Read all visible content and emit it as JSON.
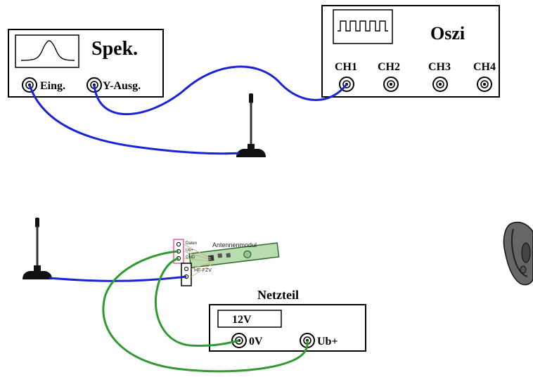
{
  "colors": {
    "coax_cable": "#1c23d6",
    "power_cable": "#2f9a2f",
    "module_board": "#b9dcb0",
    "module_border": "#2b6b2b",
    "pink_header": "#e35aa8",
    "antenna_base": "#111111",
    "outline": "#000000"
  },
  "spectrum_analyzer": {
    "title": "Spek.",
    "input_label": "Eing.",
    "y_output_label": "Y-Ausg.",
    "icon": "gaussian-peak-icon"
  },
  "oscilloscope": {
    "title": "Oszi",
    "icon": "square-wave-icon",
    "channels": [
      "CH1",
      "CH2",
      "CH3",
      "CH4"
    ]
  },
  "antenna_module": {
    "title": "Antennenmodul",
    "pin_labels": [
      "Daten",
      "Ub+",
      "GND"
    ],
    "rf_label": "HF-FZV"
  },
  "power_supply": {
    "title": "Netzteil",
    "voltage_display": "12V",
    "ground_label": "0V",
    "positive_label": "Ub+"
  },
  "icons": {
    "rod_antenna": "rod-antenna-icon",
    "car_key": "car-key-icon"
  }
}
